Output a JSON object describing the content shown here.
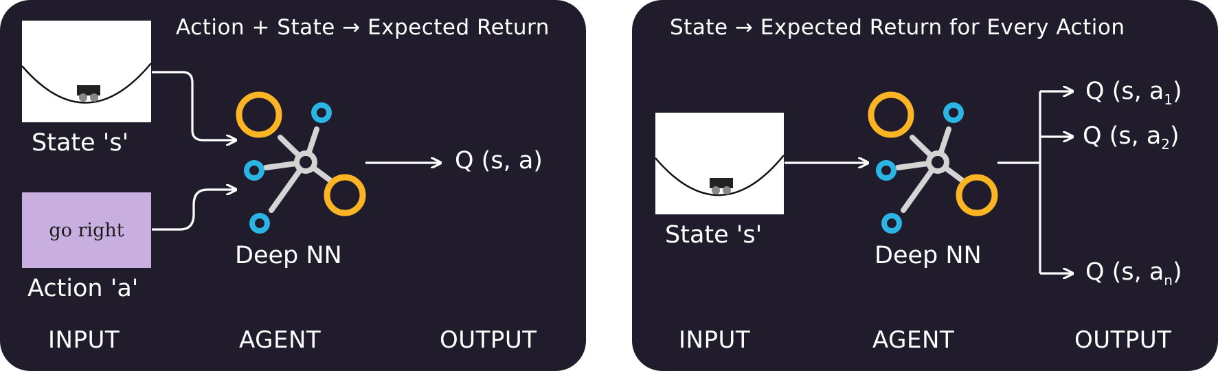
{
  "left": {
    "title": "Action + State → Expected Return",
    "state_caption": "State 's'",
    "action_caption": "Action 'a'",
    "action_text": "go right",
    "agent_caption": "Deep NN",
    "output": "Q (s, a)",
    "footer": [
      "INPUT",
      "AGENT",
      "OUTPUT"
    ]
  },
  "right": {
    "title": "State → Expected Return for Every Action",
    "state_caption": "State 's'",
    "agent_caption": "Deep NN",
    "outputs": [
      {
        "prefix": "Q (s, a",
        "sub": "1",
        "suffix": ")"
      },
      {
        "prefix": "Q (s, a",
        "sub": "2",
        "suffix": ")"
      },
      {
        "prefix": "Q (s, a",
        "sub": "n",
        "suffix": ")"
      }
    ],
    "footer": [
      "INPUT",
      "AGENT",
      "OUTPUT"
    ]
  },
  "colors": {
    "panel_bg": "#201c2c",
    "ring_orange": "#fbb423",
    "ring_blue": "#2bb5e5",
    "hub_gray": "#d4d4d4",
    "action_box": "#c9afe0",
    "arrow": "#ffffff"
  },
  "icons": [
    "cart-on-hill-icon",
    "neural-network-icon"
  ]
}
